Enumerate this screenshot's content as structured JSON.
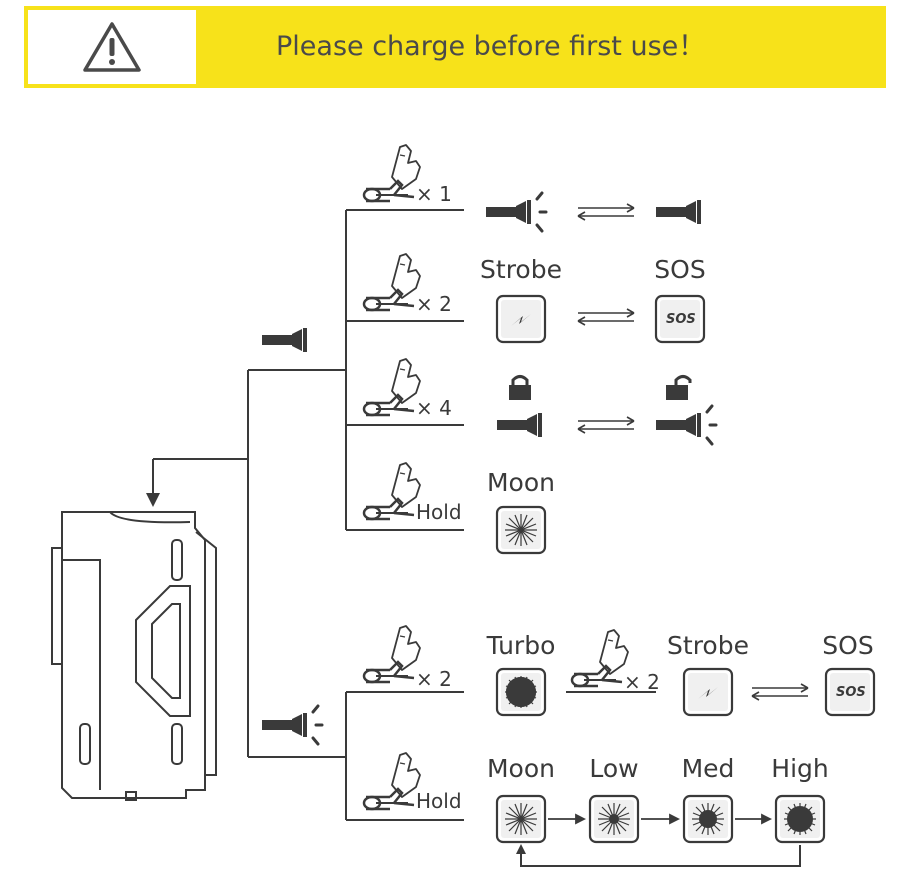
{
  "banner": {
    "text": "Please charge before first use！",
    "icon": "warning-triangle-icon",
    "background": "#f7e21a"
  },
  "top_group": {
    "trigger_icon": "flashlight-icon",
    "branches": [
      {
        "action": "× 1",
        "icons": [
          "flashlight-beam-icon",
          "flashlight-icon"
        ]
      },
      {
        "action": "× 2",
        "labels": [
          "Strobe",
          "SOS"
        ],
        "sos_badge": "SOS"
      },
      {
        "action": "× 4",
        "icons": [
          "lock-closed-icon",
          "lock-open-icon"
        ]
      },
      {
        "action": "Hold",
        "labels": [
          "Moon"
        ]
      }
    ]
  },
  "bottom_group": {
    "trigger_icon": "flashlight-beam-icon",
    "branches": [
      {
        "action": "× 2",
        "labels": [
          "Turbo",
          "Strobe",
          "SOS"
        ],
        "inner_action": "× 2",
        "sos_badge": "SOS"
      },
      {
        "action": "Hold",
        "labels": [
          "Moon",
          "Low",
          "Med",
          "High"
        ]
      }
    ]
  }
}
